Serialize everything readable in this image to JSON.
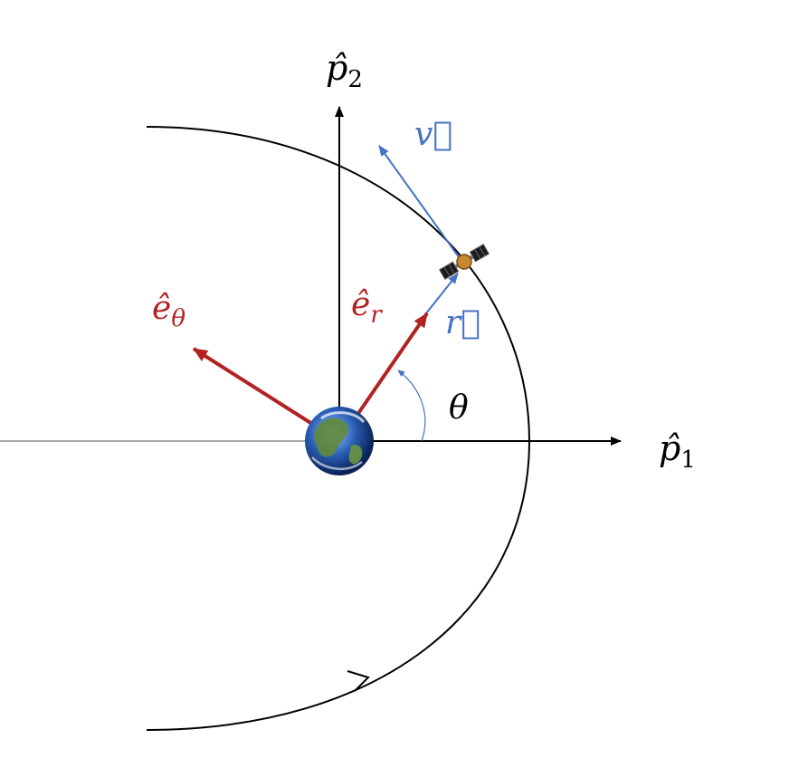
{
  "labels": {
    "p2": {
      "base": "p̂",
      "sub": "2"
    },
    "p1": {
      "base": "p̂",
      "sub": "1"
    },
    "v": "v⃗",
    "r": "r⃗",
    "e_r": {
      "base": "ê",
      "sub": "r"
    },
    "e_theta": {
      "base": "ê",
      "sub": "θ"
    },
    "theta": "θ"
  },
  "icons": {
    "earth": "earth-icon",
    "satellite": "satellite-icon"
  },
  "colors": {
    "axes": "#000000",
    "orbit": "#000000",
    "position_velocity": "#4472C4",
    "unit_vectors": "#B22222"
  }
}
